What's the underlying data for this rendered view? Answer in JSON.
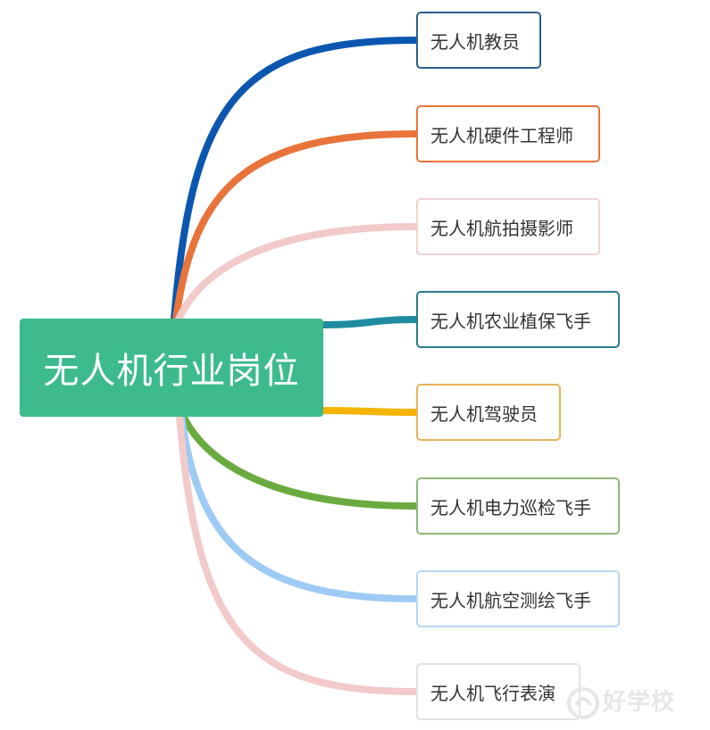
{
  "root": {
    "label": "无人机行业岗位",
    "color": "#3dbb8c"
  },
  "branches": [
    {
      "label": "无人机教员",
      "color": "#0b57b0",
      "border": "#2b5f8e"
    },
    {
      "label": "无人机硬件工程师",
      "color": "#e8743b",
      "border": "#e8743b"
    },
    {
      "label": "无人机航拍摄影师",
      "color": "#f2caca",
      "border": "#f0d2d2"
    },
    {
      "label": "无人机农业植保飞手",
      "color": "#1f8ba0",
      "border": "#2a7d8e"
    },
    {
      "label": "无人机驾驶员",
      "color": "#f4b400",
      "border": "#e6b45a"
    },
    {
      "label": "无人机电力巡检飞手",
      "color": "#6aab3f",
      "border": "#8fb77a"
    },
    {
      "label": "无人机航空测绘飞手",
      "color": "#9ecbf5",
      "border": "#b8d8f2"
    },
    {
      "label": "无人机飞行表演",
      "color": "#f2caca",
      "border": "#e3e3e3"
    }
  ],
  "watermark": {
    "label": "好学校",
    "icon": "logo-icon"
  }
}
